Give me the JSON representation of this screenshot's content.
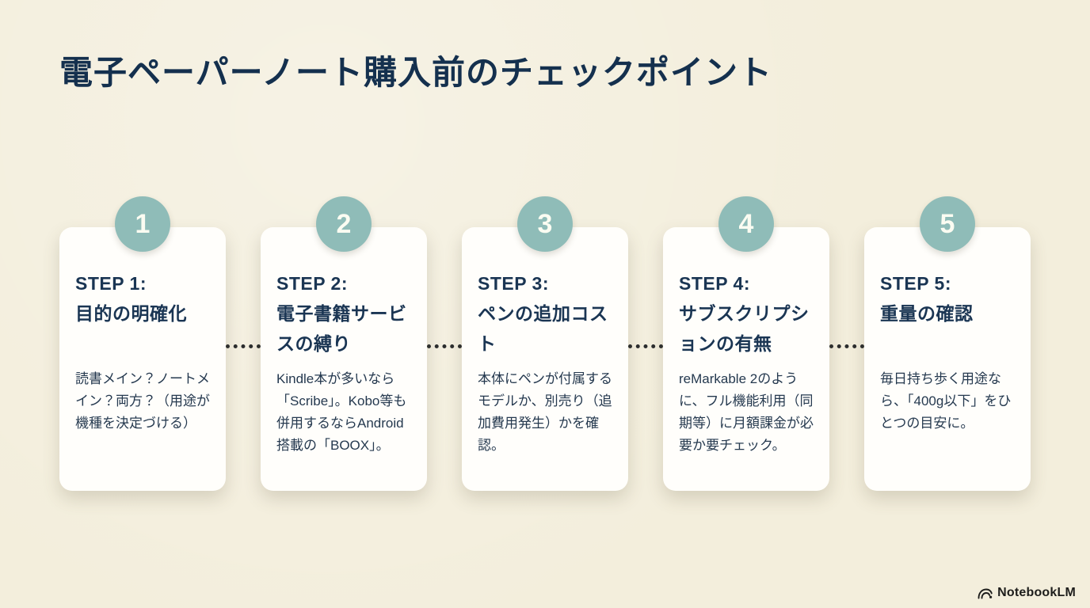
{
  "page": {
    "title": "電子ペーパーノート購入前のチェックポイント"
  },
  "colors": {
    "background": "#f3eedc",
    "card_background": "#fffefb",
    "heading_navy": "#14304e",
    "card_title_navy": "#1a3553",
    "body_text": "#25394f",
    "badge_teal": "#8fbcb8",
    "badge_number_text": "#fbfcf2",
    "connector_dots": "#2b2d2e"
  },
  "steps": [
    {
      "number": "1",
      "title_step": "STEP 1:",
      "title_text": "目的の明確化",
      "body": "読書メイン？ノートメイン？両方？（用途が機種を決定づける）"
    },
    {
      "number": "2",
      "title_step": "STEP 2:",
      "title_text": "電子書籍サービスの縛り",
      "body": "Kindle本が多いなら「Scribe」。Kobo等も併用するならAndroid搭載の「BOOX」。"
    },
    {
      "number": "3",
      "title_step": "STEP 3:",
      "title_text": "ペンの追加コスト",
      "body": "本体にペンが付属するモデルか、別売り（追加費用発生）かを確認。"
    },
    {
      "number": "4",
      "title_step": "STEP 4:",
      "title_text": "サブスクリプションの有無",
      "body": "reMarkable 2のように、フル機能利用（同期等）に月額課金が必要か要チェック。"
    },
    {
      "number": "5",
      "title_step": "STEP 5:",
      "title_text": "重量の確認",
      "body": "毎日持ち歩く用途なら、「400g以下」をひとつの目安に。"
    }
  ],
  "footer": {
    "brand": "NotebookLM",
    "logo_icon": "notebooklm-arcs-icon"
  }
}
